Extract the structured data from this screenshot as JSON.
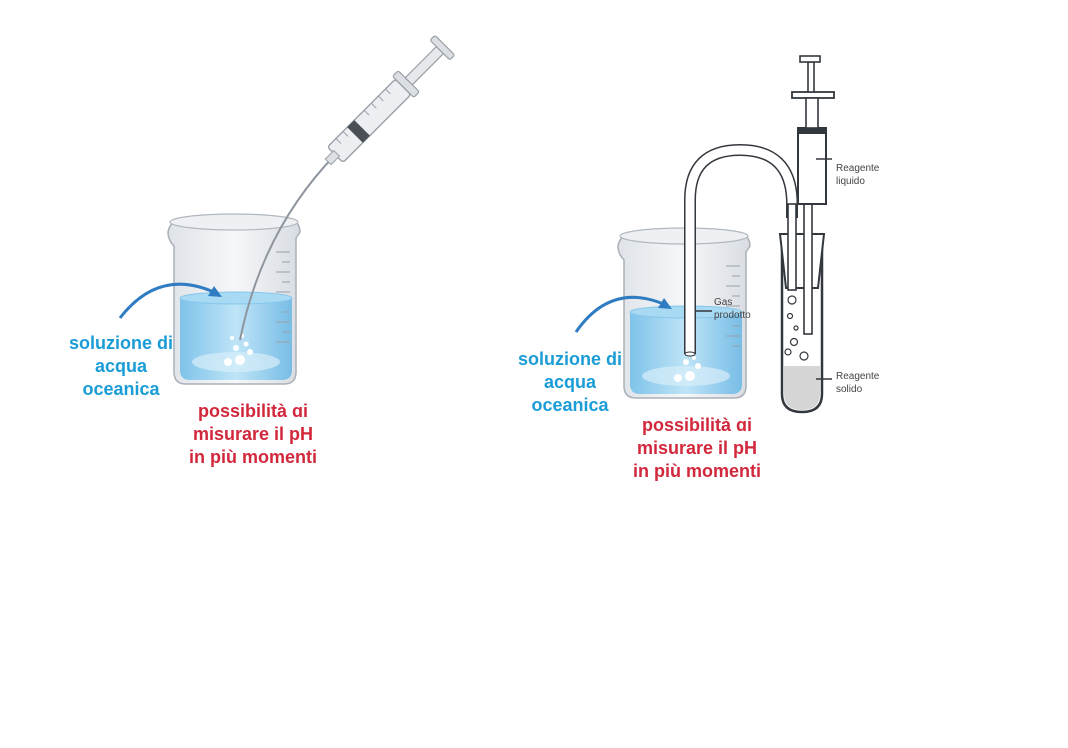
{
  "panel_left": {
    "solution_label": "soluzione di\nacqua\noceanica",
    "measure_label": "possibilità ɑi\nmisurare il pH\nin più momenti"
  },
  "panel_right": {
    "solution_label": "soluzione di\nacqua\noceanica",
    "measure_label": "possibilità ɑi\nmisurare il pH\nin più momenti",
    "gas_label": "Gas\nprodotto",
    "liquid_label": "Reagente\nliquido",
    "solid_label": "Reagente\nsolido"
  },
  "colors": {
    "label_blue": "#1a9dd6",
    "label_red": "#d2283c",
    "water": "#9fd3ef",
    "arrow": "#2f7cc3"
  }
}
